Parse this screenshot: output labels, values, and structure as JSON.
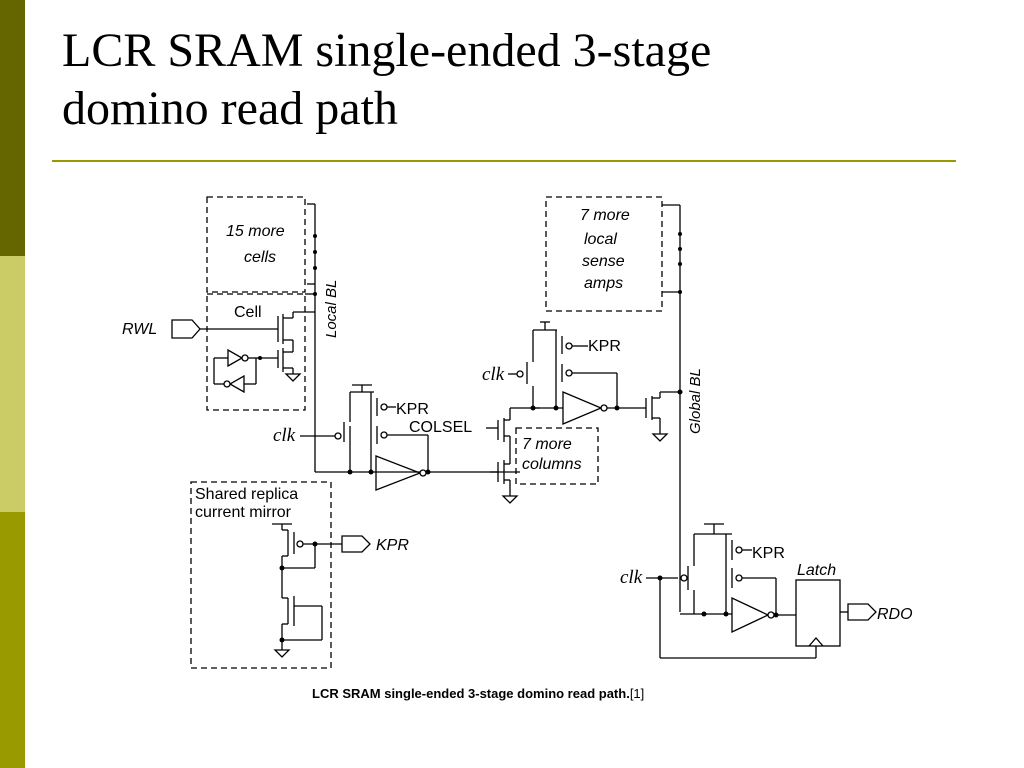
{
  "slide": {
    "title_line1": "LCR SRAM single-ended 3-stage",
    "title_line2": "domino read path",
    "accent_colors": [
      "#666600",
      "#cccc66",
      "#999900"
    ]
  },
  "diagram": {
    "labels": {
      "more_cells_1": "15 more",
      "more_cells_2": "cells",
      "cell": "Cell",
      "rwl": "RWL",
      "local_bl": "Local BL",
      "kpr": "KPR",
      "clk": "clk",
      "colsel": "COLSEL",
      "more_columns_1": "7 more",
      "more_columns_2": "columns",
      "more_amps_1": "7 more",
      "more_amps_2": "local",
      "more_amps_3": "sense",
      "more_amps_4": "amps",
      "global_bl": "Global BL",
      "shared_replica_1": "Shared replica",
      "shared_replica_2": "current mirror",
      "latch": "Latch",
      "rdo": "RDO"
    }
  },
  "caption": {
    "text": "LCR SRAM single-ended 3-stage domino read path.",
    "ref": "[1]"
  }
}
